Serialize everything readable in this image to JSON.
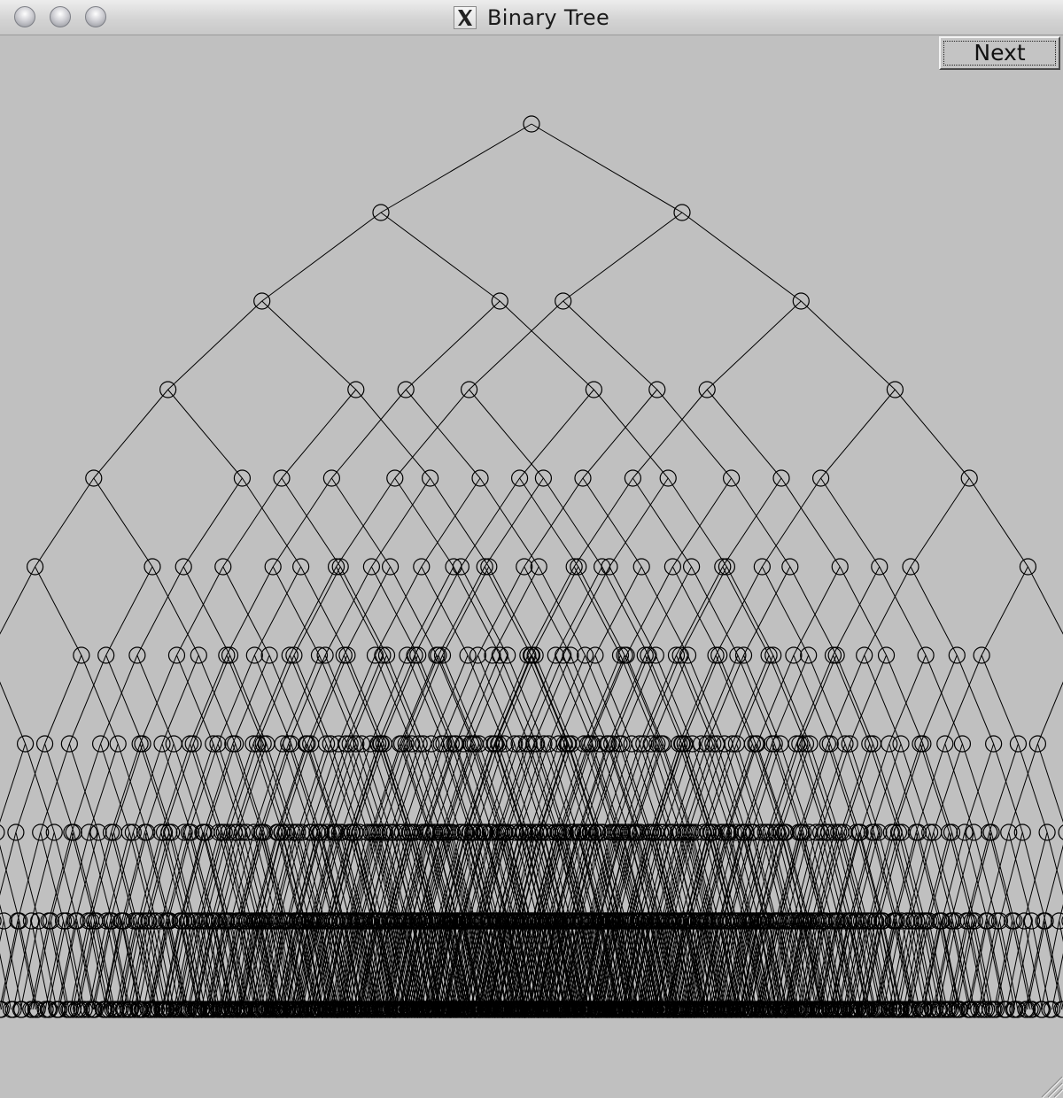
{
  "window": {
    "title": "Binary Tree",
    "title_icon": "x11-icon",
    "controls": [
      "close-button",
      "minimize-button",
      "zoom-button"
    ]
  },
  "toolbar": {
    "next_label": "Next"
  },
  "tree": {
    "depth": 11,
    "node_style": "circle",
    "stroke_color": "#000000",
    "background_color": "#c0c0c0"
  }
}
